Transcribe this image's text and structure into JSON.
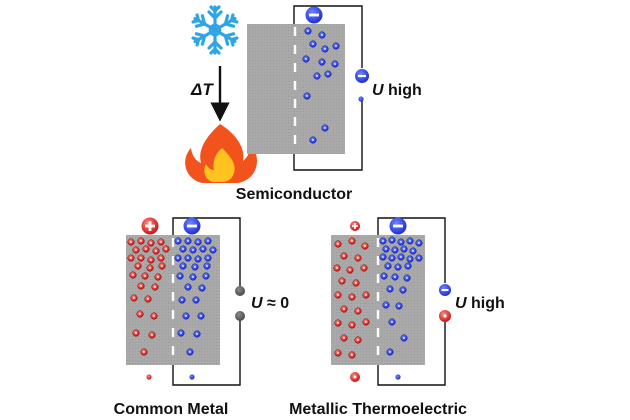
{
  "labels": {
    "delta_t": "ΔT",
    "semiconductor": "Semiconductor",
    "common_metal": "Common Metal",
    "metallic_thermoelectric": "Metallic Thermoelectric",
    "u_high_semiconductor": "U high",
    "u_metal": "U ≈ 0",
    "u_high_thermoelectric": "U high"
  },
  "signs": {
    "plus": "+",
    "minus": "−"
  },
  "icons": {
    "cold": "snowflake-icon",
    "hot": "fire-icon"
  },
  "colors": {
    "electron": "#1f2fd6",
    "hole": "#d81818",
    "bar": "#a9a9a9",
    "snowflake": "#2ea6e6",
    "flame_outer": "#f2531c",
    "flame_inner": "#ffc21f",
    "contact": "#555555"
  }
}
